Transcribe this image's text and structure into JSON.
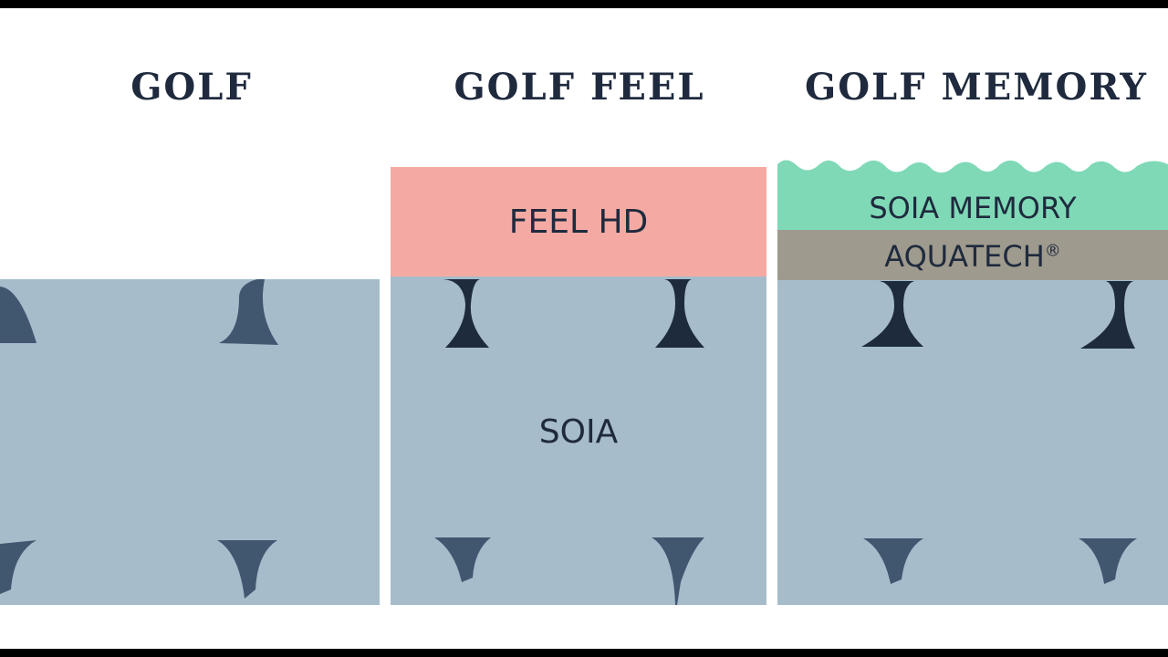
{
  "titles": {
    "golf": "GOLF",
    "golf_feel": "GOLF FEEL",
    "golf_memory": "GOLF MEMORY"
  },
  "layers": {
    "feel_hd": "FEEL HD",
    "soia": "SOIA",
    "soia_memory": "SOIA MEMORY",
    "aquatech": "AQUATECH",
    "aquatech_mark": "®"
  },
  "colors": {
    "soia_foam": "#a6bccb",
    "soia_shadow": "#2f4560",
    "feel_hd_foam": "#f4aaa2",
    "memory_foam": "#7fd9b6",
    "aquatech_foam": "#9e9a8d",
    "title_text": "#1f2a3e"
  }
}
